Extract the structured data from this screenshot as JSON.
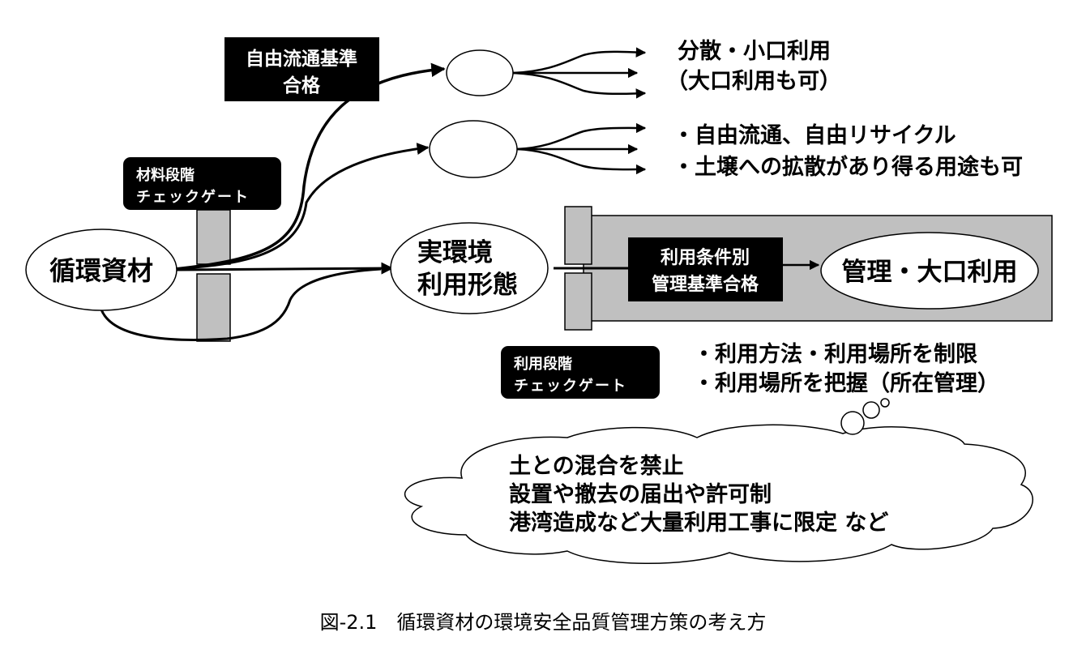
{
  "colors": {
    "line": "#000000",
    "gate_gray": "#c0c0c0",
    "label_bg": "#000000",
    "label_text": "#ffffff",
    "background": "#ffffff"
  },
  "nodes": {
    "source": "循環資材",
    "real_env_line1": "実環境",
    "real_env_line2": "利用形態",
    "managed_use": "管理・大口利用"
  },
  "labels": {
    "free_circulation_line1": "自由流通基準",
    "free_circulation_line2": "合格",
    "material_gate_line1": "材料段階",
    "material_gate_line2": "チェックゲート",
    "use_condition_line1": "利用条件別",
    "use_condition_line2": "管理基準合格",
    "use_gate_line1": "利用段階",
    "use_gate_line2": "チェックゲート"
  },
  "outcomes": {
    "dispersed_line1": "分散・小口利用",
    "dispersed_line2": "（大口利用も可）",
    "free_recycle_line1": "・自由流通、自由リサイクル",
    "free_recycle_line2": "・土壌への拡散があり得る用途も可",
    "restrictions_line1": "・利用方法・利用場所を制限",
    "restrictions_line2": "・利用場所を把握（所在管理）"
  },
  "cloud": {
    "line1": "土との混合を禁止",
    "line2": "設置や撤去の届出や許可制",
    "line3": "港湾造成など大量利用工事に限定 など"
  },
  "caption": "図-2.1　循環資材の環境安全品質管理方策の考え方"
}
